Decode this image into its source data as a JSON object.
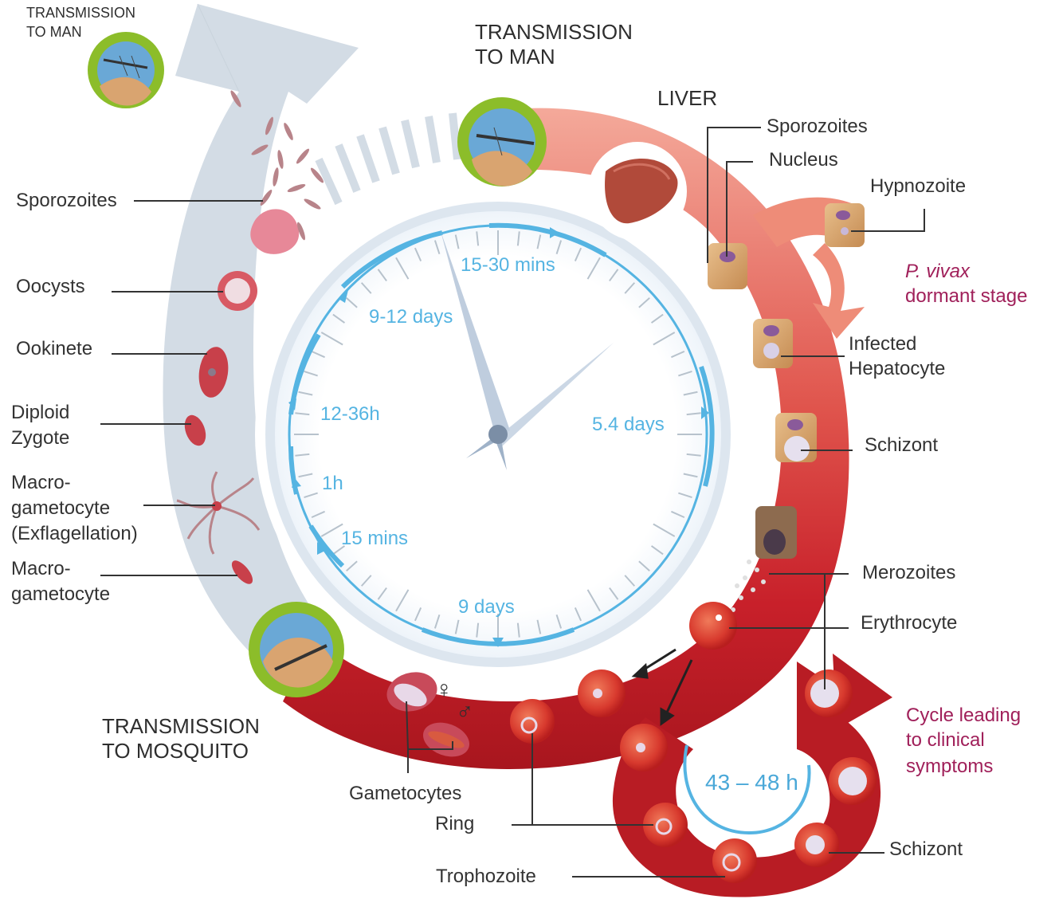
{
  "titles": {
    "transmission_to_man_top_left": [
      "TRANSMISSION",
      "TO MAN"
    ],
    "transmission_to_man": [
      "TRANSMISSION",
      "TO MAN"
    ],
    "transmission_to_mosquito": [
      "TRANSMISSION",
      "TO MOSQUITO"
    ],
    "liver": "LIVER"
  },
  "mosquito_stages": {
    "sporozoites": "Sporozoites",
    "oocysts": "Oocysts",
    "ookinete": "Ookinete",
    "diploid_zygote": [
      "Diploid",
      "Zygote"
    ],
    "macrogametocyte_exflag": [
      "Macro-",
      "gametocyte",
      "(Exflagellation)"
    ],
    "macrogametocyte": [
      "Macro-",
      "gametocyte"
    ]
  },
  "liver_stages": {
    "sporozoites": "Sporozoites",
    "nucleus": "Nucleus",
    "hypnozoite": "Hypnozoite",
    "dormant": [
      "P. vivax",
      "dormant stage"
    ],
    "infected_hepatocyte": [
      "Infected",
      "Hepatocyte"
    ],
    "schizont": "Schizont"
  },
  "blood_stages": {
    "merozoites": "Merozoites",
    "erythrocyte": "Erythrocyte",
    "cycle": [
      "Cycle leading",
      "to clinical",
      "symptoms"
    ],
    "schizont": "Schizont",
    "gametocytes": "Gametocytes",
    "ring": "Ring",
    "trophozoite": "Trophozoite",
    "cycle_duration": "43 – 48 h",
    "female_symbol": "♀",
    "male_symbol": "♂"
  },
  "clock_labels": {
    "t15_30_mins": "15-30 mins",
    "t9_12_days": "9-12 days",
    "t12_36h": "12-36h",
    "t5_4_days": "5.4 days",
    "t1h": "1h",
    "t15_mins": "15 mins",
    "t9_days": "9 days"
  },
  "colors": {
    "mosquito_arrow": "#d3dce5",
    "human_arc_light": "#f0a090",
    "human_arc_dark": "#b01c22",
    "clock_blue": "#55b4e2",
    "mosquito_ring": "#8cbd2a",
    "accent_text": "#a0205a"
  }
}
